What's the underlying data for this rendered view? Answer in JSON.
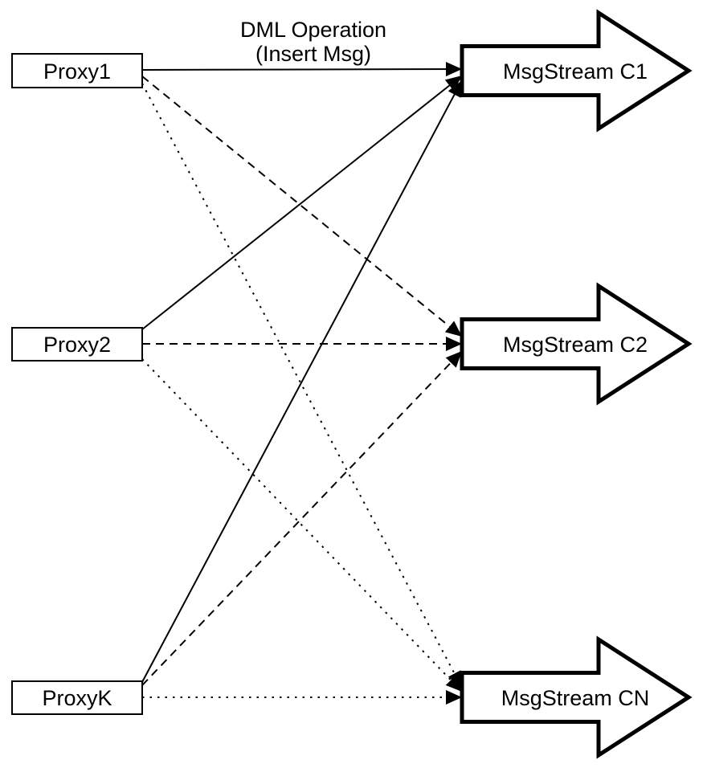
{
  "diagram": {
    "title": {
      "line1": "DML Operation",
      "line2": "(Insert Msg)"
    },
    "proxies": [
      {
        "label": "Proxy1"
      },
      {
        "label": "Proxy2"
      },
      {
        "label": "ProxyK"
      }
    ],
    "streams": [
      {
        "label": "MsgStream C1"
      },
      {
        "label": "MsgStream C2"
      },
      {
        "label": "MsgStream CN"
      }
    ],
    "edges": [
      {
        "from": "Proxy1",
        "to": "MsgStream C1",
        "style": "solid"
      },
      {
        "from": "Proxy1",
        "to": "MsgStream C2",
        "style": "dashed"
      },
      {
        "from": "Proxy1",
        "to": "MsgStream CN",
        "style": "dotted"
      },
      {
        "from": "Proxy2",
        "to": "MsgStream C1",
        "style": "solid"
      },
      {
        "from": "Proxy2",
        "to": "MsgStream C2",
        "style": "dashed"
      },
      {
        "from": "Proxy2",
        "to": "MsgStream CN",
        "style": "dotted"
      },
      {
        "from": "ProxyK",
        "to": "MsgStream C1",
        "style": "solid"
      },
      {
        "from": "ProxyK",
        "to": "MsgStream C2",
        "style": "dashed"
      },
      {
        "from": "ProxyK",
        "to": "MsgStream CN",
        "style": "dotted"
      }
    ],
    "colors": {
      "stroke": "#000000",
      "fill": "#ffffff",
      "background": "#ffffff"
    }
  }
}
